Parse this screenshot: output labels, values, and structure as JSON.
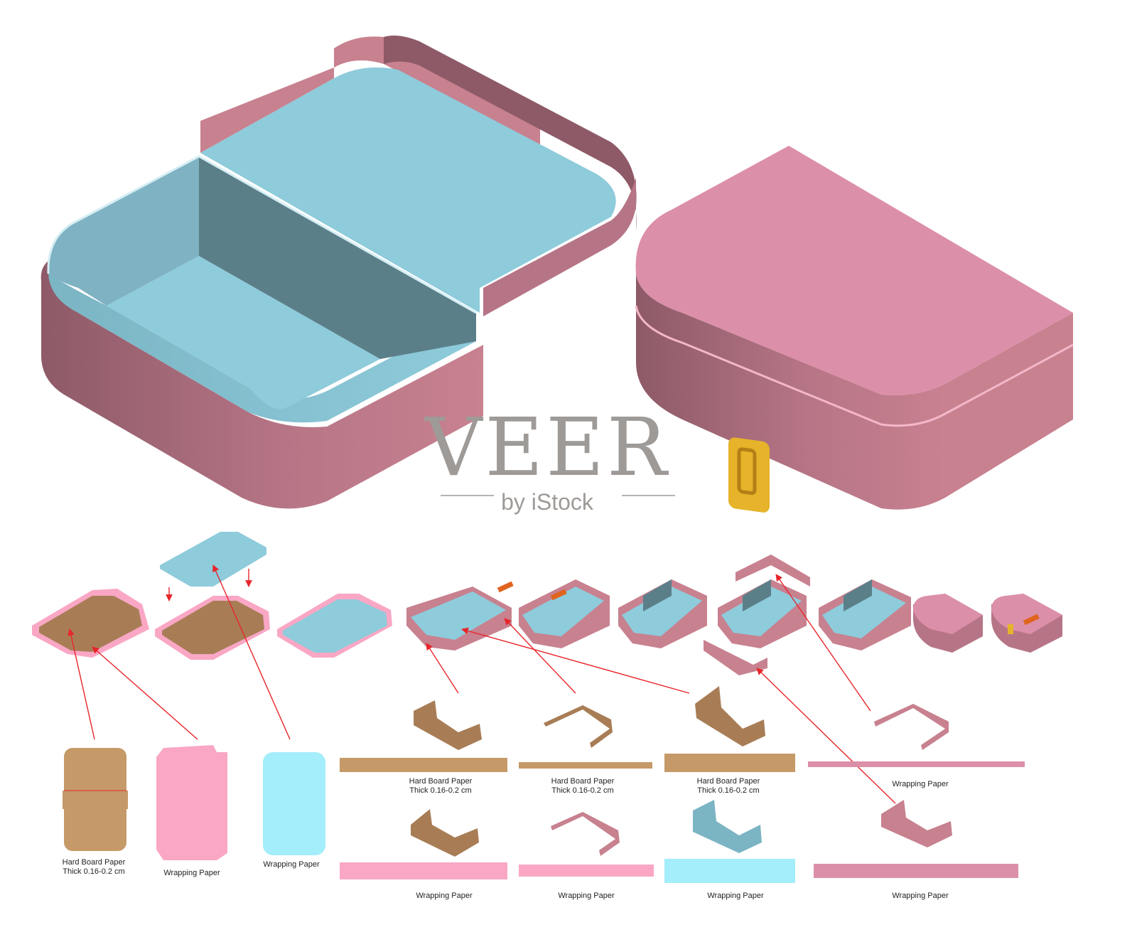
{
  "watermark": {
    "brand": "VEER",
    "byline": "by iStock"
  },
  "labels": {
    "hard_board": "Hard Board Paper",
    "thickness": "Thick 0.16-0.2 cm",
    "wrapping": "Wrapping Paper"
  },
  "colors": {
    "pink_outer": "#c8818f",
    "pink_dark": "#8e5a67",
    "pink_top": "#dc8fa9",
    "blue_inner": "#8ecbdb",
    "blue_dark": "#5b7f89",
    "cardboard": "#c59a68",
    "wrap_pink": "#f9a7c5",
    "wrap_blue": "#a4edfb",
    "clasp_gold": "#e6b32a",
    "arrow_red": "#e8252a"
  }
}
